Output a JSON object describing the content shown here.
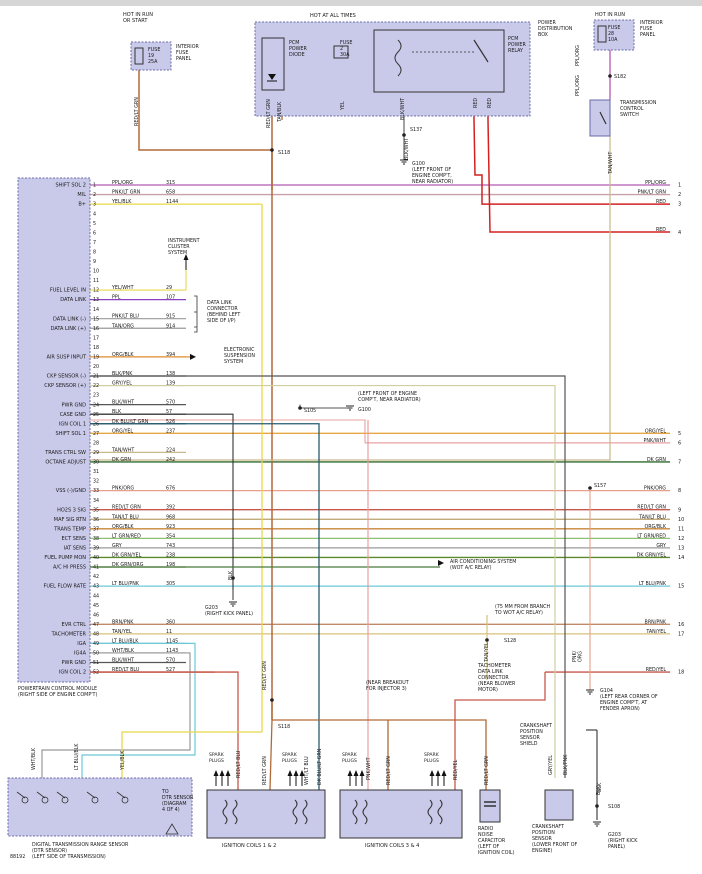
{
  "hot_in_run_left": "HOT IN RUN\nOR START",
  "fuse19": "FUSE\n19\n25A",
  "interior_fuse_panel": "INTERIOR\nFUSE\nPANEL",
  "hot_at_all_times": "HOT AT ALL TIMES",
  "pcm_power_diode": "PCM\nPOWER\nDIODE",
  "fuse2": "FUSE\n2\n30A",
  "pcm_power_relay": "PCM\nPOWER\nRELAY",
  "power_distribution_box": "POWER\nDISTRIBUTION\nBOX",
  "hot_in_run_right": "HOT IN RUN",
  "fuse28": "FUSE\n28\n10A",
  "interior_fuse_panel_right": "INTERIOR\nFUSE\nPANEL",
  "s182": "S182",
  "trans_control_switch": "TRANSMISSION\nCONTROL\nSWITCH",
  "s137": "S137",
  "g100_top": "G100\n(LEFT FRONT OF\nENGINE COMP'T,\nNEAR RADIATOR)",
  "s118_top": "S118",
  "instrument_cluster": "INSTRUMENT\nCLUSTER\nSYSTEM",
  "data_link_connector": "DATA LINK\nCONNECTOR\n(BEHIND LEFT\nSIDE OF I/P)",
  "electronic_suspension": "ELECTRONIC\nSUSPENSION\nSYSTEM",
  "s105": "S105",
  "g100_mid": "G100",
  "g100_note": "(LEFT FRONT OF ENGINE\nCOMP'T, NEAR RADIATOR)",
  "s157": "S157",
  "ac_system": "AIR CONDITIONING SYSTEM\n(WOT A/C RELAY)",
  "g203": "G203\n(RIGHT KICK PANEL)",
  "branch_note": "(75 MM FROM BRANCH\nTO WOT A/C RELAY)",
  "s128": "S128",
  "tachometer_conn": "TACHOMETER\nDATA LINK\nCONNECTOR\n(NEAR BLOWER\nMOTOR)",
  "g104": "G104\n(LEFT REAR CORNER OF\nENGINE COMP'T, AT\nFENDER APRON)",
  "injector_note": "(NEAR BREAKOUT\nFOR INJECTOR 3)",
  "s118_bottom": "S118",
  "pcm_label": "POWERTRAIN CONTROL MODULE\n(RIGHT SIDE OF ENGINE COMP'T)",
  "ckp_shield": "CRANKSHAFT\nPOSITION\nSENSOR\nSHIELD",
  "ckp_sensor": "CRANKSHAFT\nPOSITION\nSENSOR\n(LOWER FRONT OF\nENGINE)",
  "s108": "S108",
  "g203_bottom": "G203\n(RIGHT KICK\nPANEL)",
  "radio_cap": "RADIO\nNOISE\nCAPACITOR\n(LEFT OF\nIGNITION COIL)",
  "coils12": "IGNITION COILS 1 & 2",
  "coils34": "IGNITION COILS 3 & 4",
  "spark_plugs": "SPARK\nPLUGS",
  "dtr_sensor": "DIGITAL TRANSMISSION RANGE SENSOR\n(DTR SENSOR)\n(LEFT SIDE OF TRANSMISSION)",
  "to_dtr": "TO\nDTR SENSOR\n(DIAGRAM\n4 OF 4)",
  "figure_id": "88192",
  "vertical_labels": {
    "red_lt_grn_left": "RED/LT GRN",
    "red_lt_grn_center": "RED/LT GRN",
    "tan_blk": "TAN/BLK",
    "yel": "YEL",
    "blk_wht_pdb": "BLK/WHT",
    "red_a": "RED",
    "red_b": "RED",
    "blk_wht_s137": "BLK/WHT",
    "ppl_org_a": "PPL/ORG",
    "ppl_org_b": "PPL/ORG",
    "tan_wht": "TAN/WHT",
    "blk_org": "BLK",
    "wht_blk": "WHT/BLK",
    "lt_blu_blk": "LT BLU/BLK",
    "yel_blk": "YEL/BLK",
    "red_lt_grn_coil1": "RED/LT GRN",
    "red_lt_blu": "RED/LT BLU",
    "red_lt_grn_coil2": "RED/LT GRN",
    "wht_lt_blu": "WHT/LT BLU",
    "dk_blu_lt_grn": "DK BLU/LT GRN",
    "pnk_wht": "PNK/WHT",
    "red_lt_grn_coil3": "RED/LT GRN",
    "red_yel": "RED/YEL",
    "red_lt_grn_cap": "RED/LT GRN",
    "gry_yel": "GRY/YEL",
    "blk_pnk": "BLK/PNK",
    "tan_yel_v": "TAN/YEL",
    "pnk_org_v": "PNK/\nORG",
    "blk_g203": "BLK",
    "blk_g104": "BLK"
  },
  "pins": [
    {
      "n": "1",
      "label": "SHIFT SOL 2",
      "wire": "PPL/ORG",
      "circuit": "315",
      "right": "PPL/ORG",
      "ref": "1",
      "color": "#b35bb5"
    },
    {
      "n": "2",
      "label": "MIL",
      "wire": "PNK/LT GRN",
      "circuit": "658",
      "right": "PNK/LT GRN",
      "ref": "2",
      "color": "#c8a0a8"
    },
    {
      "n": "3",
      "label": "B+",
      "wire": "YEL/BLK",
      "circuit": "1144",
      "right": "",
      "ref": "",
      "color": "#e8d84a"
    },
    {
      "n": "4",
      "label": "",
      "wire": "",
      "circuit": "",
      "right": "",
      "ref": "",
      "color": ""
    },
    {
      "n": "5",
      "label": "",
      "wire": "",
      "circuit": "",
      "right": "",
      "ref": "",
      "color": ""
    },
    {
      "n": "6",
      "label": "",
      "wire": "",
      "circuit": "",
      "right": "",
      "ref": "",
      "color": ""
    },
    {
      "n": "7",
      "label": "",
      "wire": "",
      "circuit": "",
      "right": "",
      "ref": "",
      "color": ""
    },
    {
      "n": "8",
      "label": "",
      "wire": "",
      "circuit": "",
      "right": "",
      "ref": "",
      "color": ""
    },
    {
      "n": "9",
      "label": "",
      "wire": "",
      "circuit": "",
      "right": "",
      "ref": "",
      "color": ""
    },
    {
      "n": "10",
      "label": "",
      "wire": "",
      "circuit": "",
      "right": "",
      "ref": "",
      "color": ""
    },
    {
      "n": "11",
      "label": "",
      "wire": "",
      "circuit": "",
      "right": "",
      "ref": "",
      "color": ""
    },
    {
      "n": "12",
      "label": "FUEL LEVEL IN",
      "wire": "YEL/WHT",
      "circuit": "29",
      "right": "",
      "ref": "",
      "color": "#e8d84a"
    },
    {
      "n": "13",
      "label": "DATA LINK",
      "wire": "PPL",
      "circuit": "107",
      "right": "",
      "ref": "",
      "color": "#8a3fc0"
    },
    {
      "n": "14",
      "label": "",
      "wire": "",
      "circuit": "",
      "right": "",
      "ref": "",
      "color": ""
    },
    {
      "n": "15",
      "label": "DATA LINK (-)",
      "wire": "PNK/LT BLU",
      "circuit": "915",
      "right": "",
      "ref": "",
      "color": "#999999"
    },
    {
      "n": "16",
      "label": "DATA LINK (+)",
      "wire": "TAN/ORG",
      "circuit": "914",
      "right": "",
      "ref": "",
      "color": "#999999"
    },
    {
      "n": "17",
      "label": "",
      "wire": "",
      "circuit": "",
      "right": "",
      "ref": "",
      "color": ""
    },
    {
      "n": "18",
      "label": "",
      "wire": "",
      "circuit": "",
      "right": "",
      "ref": "",
      "color": ""
    },
    {
      "n": "19",
      "label": "AIR SUSP INPUT",
      "wire": "ORG/BLK",
      "circuit": "394",
      "right": "",
      "ref": "",
      "color": "#e08a2a"
    },
    {
      "n": "20",
      "label": "",
      "wire": "",
      "circuit": "",
      "right": "",
      "ref": "",
      "color": ""
    },
    {
      "n": "21",
      "label": "CKP SENSOR (-)",
      "wire": "BLK/PNK",
      "circuit": "138",
      "right": "",
      "ref": "",
      "color": "#555555"
    },
    {
      "n": "22",
      "label": "CKP SENSOR (+)",
      "wire": "GRY/YEL",
      "circuit": "139",
      "right": "",
      "ref": "",
      "color": "#cfcfa0"
    },
    {
      "n": "23",
      "label": "",
      "wire": "",
      "circuit": "",
      "right": "",
      "ref": "",
      "color": ""
    },
    {
      "n": "24",
      "label": "PWR GND",
      "wire": "BLK/WHT",
      "circuit": "570",
      "right": "",
      "ref": "",
      "color": "#555555"
    },
    {
      "n": "25",
      "label": "CASE GND",
      "wire": "BLK",
      "circuit": "57",
      "right": "",
      "ref": "",
      "color": "#333333"
    },
    {
      "n": "26",
      "label": "IGN COIL 1",
      "wire": "DK BLU/LT GRN",
      "circuit": "526",
      "right": "",
      "ref": "",
      "color": "#2a5a70"
    },
    {
      "n": "27",
      "label": "SHIFT SOL 1",
      "wire": "ORG/YEL",
      "circuit": "237",
      "right": "ORG/YEL",
      "ref": "5",
      "color": "#e8a640"
    },
    {
      "n": "28",
      "label": "",
      "wire": "",
      "circuit": "",
      "right": "PNK/WHT",
      "ref": "6",
      "color": "#e8a0a0"
    },
    {
      "n": "29",
      "label": "TRANS CTRL SW",
      "wire": "TAN/WHT",
      "circuit": "224",
      "right": "",
      "ref": "",
      "color": "#c9b98a"
    },
    {
      "n": "30",
      "label": "OCTANE ADJUST",
      "wire": "DK GRN",
      "circuit": "242",
      "right": "DK GRN",
      "ref": "7",
      "color": "#2e6b2e"
    },
    {
      "n": "31",
      "label": "",
      "wire": "",
      "circuit": "",
      "right": "",
      "ref": "",
      "color": ""
    },
    {
      "n": "32",
      "label": "",
      "wire": "",
      "circuit": "",
      "right": "",
      "ref": "",
      "color": ""
    },
    {
      "n": "33",
      "label": "VSS (-)/GND",
      "wire": "PNK/ORG",
      "circuit": "676",
      "right": "PNK/ORG",
      "ref": "8",
      "color": "#e8a08a"
    },
    {
      "n": "34",
      "label": "",
      "wire": "",
      "circuit": "",
      "right": "",
      "ref": "",
      "color": ""
    },
    {
      "n": "35",
      "label": "HO2S 3 SIG",
      "wire": "RED/LT GRN",
      "circuit": "392",
      "right": "RED/LT GRN",
      "ref": "9",
      "color": "#c8574a"
    },
    {
      "n": "36",
      "label": "MAF SIG RTN",
      "wire": "TAN/LT BLU",
      "circuit": "968",
      "right": "TAN/LT BLU",
      "ref": "10",
      "color": "#b9a06a"
    },
    {
      "n": "37",
      "label": "TRANS TEMP",
      "wire": "ORG/BLK",
      "circuit": "923",
      "right": "ORG/BLK",
      "ref": "11",
      "color": "#c9853a"
    },
    {
      "n": "38",
      "label": "ECT SENS",
      "wire": "LT GRN/RED",
      "circuit": "354",
      "right": "LT GRN/RED",
      "ref": "12",
      "color": "#8fc070"
    },
    {
      "n": "39",
      "label": "IAT SENS",
      "wire": "GRY",
      "circuit": "743",
      "right": "GRY",
      "ref": "13",
      "color": "#9a9a9a"
    },
    {
      "n": "40",
      "label": "FUEL PUMP MON",
      "wire": "DK GRN/YEL",
      "circuit": "238",
      "right": "DK GRN/YEL",
      "ref": "14",
      "color": "#5a8a2a"
    },
    {
      "n": "41",
      "label": "A/C HI PRESS",
      "wire": "DK GRN/ORG",
      "circuit": "198",
      "right": "",
      "ref": "",
      "color": "#4a7a3a"
    },
    {
      "n": "42",
      "label": "",
      "wire": "",
      "circuit": "",
      "right": "",
      "ref": "",
      "color": ""
    },
    {
      "n": "43",
      "label": "FUEL FLOW RATE",
      "wire": "LT BLU/PNK",
      "circuit": "305",
      "right": "LT BLU/PNK",
      "ref": "15",
      "color": "#6ec8d8"
    },
    {
      "n": "44",
      "label": "",
      "wire": "",
      "circuit": "",
      "right": "",
      "ref": "",
      "color": ""
    },
    {
      "n": "45",
      "label": "",
      "wire": "",
      "circuit": "",
      "right": "",
      "ref": "",
      "color": ""
    },
    {
      "n": "46",
      "label": "",
      "wire": "",
      "circuit": "",
      "right": "",
      "ref": "",
      "color": ""
    },
    {
      "n": "47",
      "label": "EVR CTRL",
      "wire": "BRN/PNK",
      "circuit": "360",
      "right": "BRN/PNK",
      "ref": "16",
      "color": "#c08a6a"
    },
    {
      "n": "48",
      "label": "TACHOMETER",
      "wire": "TAN/YEL",
      "circuit": "11",
      "right": "TAN/YEL",
      "ref": "17",
      "color": "#d8c07a"
    },
    {
      "n": "49",
      "label": "IGA",
      "wire": "LT BLU/BLK",
      "circuit": "1145",
      "right": "",
      "ref": "",
      "color": "#6ec8d8"
    },
    {
      "n": "50",
      "label": "IG4A",
      "wire": "WHT/BLK",
      "circuit": "1143",
      "right": "",
      "ref": "",
      "color": "#999999"
    },
    {
      "n": "51",
      "label": "PWR GND",
      "wire": "BLK/WHT",
      "circuit": "570",
      "right": "",
      "ref": "",
      "color": "#555555"
    },
    {
      "n": "52",
      "label": "IGN COIL 2",
      "wire": "RED/LT BLU",
      "circuit": "527",
      "right": "RED/YEL",
      "ref": "18",
      "color": "#c8574a"
    }
  ],
  "top_right_wires": [
    {
      "wire": "RED",
      "ref": "3"
    },
    {
      "wire": "RED",
      "ref": "4"
    }
  ],
  "colors": {
    "box": "#c9c9e9",
    "box_border": "#6a6aa8",
    "red": "#d42020",
    "brown": "#b06a38"
  }
}
